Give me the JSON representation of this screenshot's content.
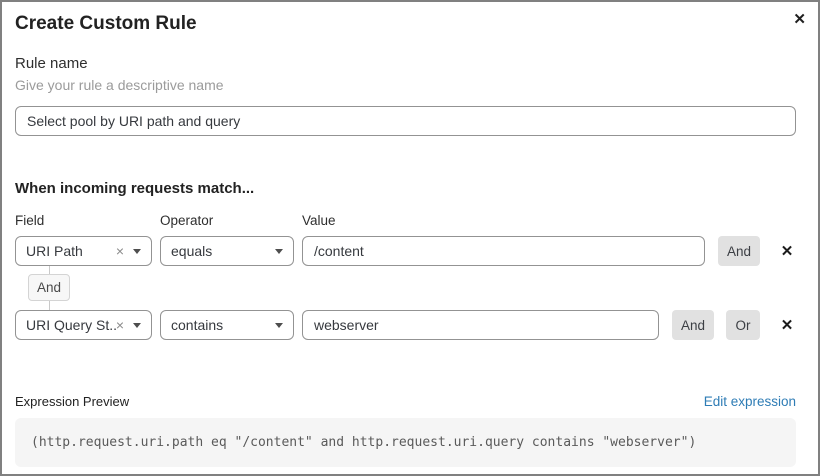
{
  "dialog": {
    "title": "Create Custom Rule"
  },
  "icons": {
    "close": "✕",
    "clear": "×",
    "remove": "✕"
  },
  "rule_name": {
    "label": "Rule name",
    "helper": "Give your rule a descriptive name",
    "value": "Select pool by URI path and query"
  },
  "match": {
    "heading": "When incoming requests match...",
    "columns": {
      "field": "Field",
      "operator": "Operator",
      "value": "Value"
    },
    "connector": "And",
    "rows": [
      {
        "field": "URI Path",
        "operator": "equals",
        "value": "/content",
        "and_label": "And"
      },
      {
        "field": "URI Query St...",
        "operator": "contains",
        "value": "webserver",
        "and_label": "And",
        "or_label": "Or"
      }
    ]
  },
  "expression": {
    "label": "Expression Preview",
    "edit_link": "Edit expression",
    "code": "(http.request.uri.path eq \"/content\" and http.request.uri.query contains \"webserver\")"
  },
  "colors": {
    "link_blue": "#2e7cb5",
    "button_gray": "#e1e1e1",
    "code_bg": "#f5f5f5",
    "input_border": "#939393",
    "dialog_border": "#808080"
  }
}
